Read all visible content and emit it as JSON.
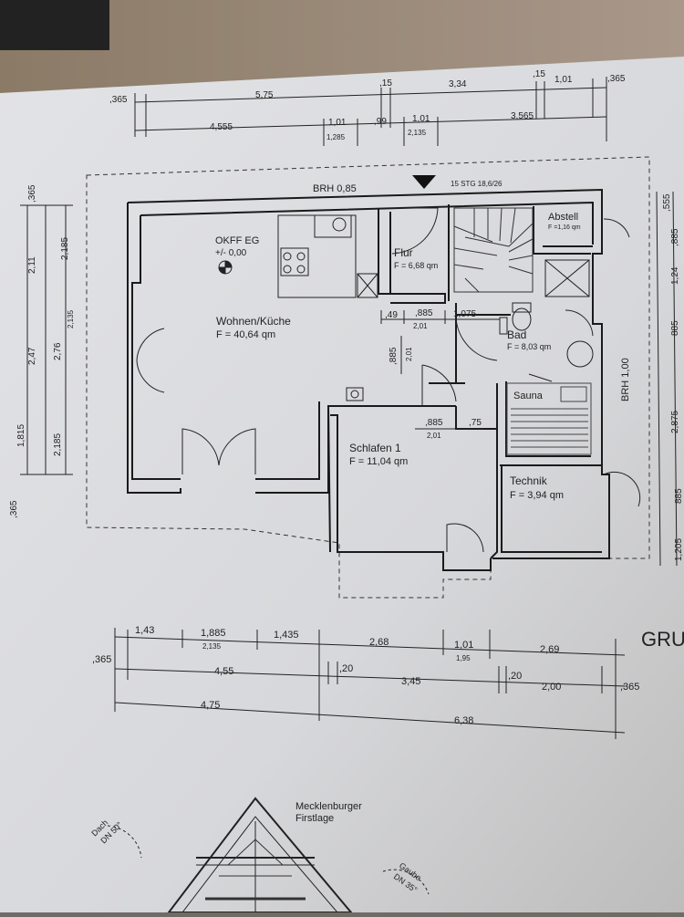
{
  "top_dims": {
    "row1": [
      ",365",
      "5,75",
      ",15",
      "3,34",
      ",15",
      "1,01",
      ",365"
    ],
    "row2": [
      "4,555",
      "1,01",
      ",99",
      "1,01",
      "3,565"
    ],
    "row2_sub": [
      "1,285",
      "2,135"
    ]
  },
  "top_labels": {
    "brh": "BRH 0,85",
    "stairs": "15 STG 18,6/26"
  },
  "rooms": {
    "wohnen": {
      "name": "Wohnen/Küche",
      "area": "F = 40,64 qm"
    },
    "okff": {
      "line1": "OKFF EG",
      "line2": "+/- 0,00"
    },
    "flur": {
      "name": "Flur",
      "area": "F = 6,68 qm"
    },
    "abstell": {
      "name": "Abstell",
      "area": "F =1,16 qm"
    },
    "bad": {
      "name": "Bad",
      "area": "F = 8,03 qm"
    },
    "sauna": {
      "name": "Sauna"
    },
    "schlafen": {
      "name": "Schlafen 1",
      "area": "F = 11,04 qm"
    },
    "technik": {
      "name": "Technik",
      "area": "F = 3,94 qm"
    }
  },
  "inner_dims": {
    "d49": ",49",
    "d885a": ",885",
    "d201a": "2,01",
    "d1075": "1,075",
    "d885v": ",885",
    "d201v": "2,01",
    "d885b": ",885",
    "d75": ",75",
    "d201b": "2,01"
  },
  "right_labels": {
    "brh": "BRH 1,00"
  },
  "left_dims": [
    ",365",
    "2,11",
    "2,185",
    "2,47",
    "2,76",
    "2,135",
    "1,815",
    "2,185",
    ",365"
  ],
  "right_dims": [
    ",555",
    ",885",
    "1,24",
    "885",
    "2,875",
    "885",
    "1,205"
  ],
  "bottom_dims": {
    "row1": [
      "1,43",
      "1,885",
      "1,435",
      "2,68",
      "1,01",
      "2,69"
    ],
    "row1_sub": [
      "2,135",
      "1,95"
    ],
    "row2": [
      ",365",
      "4,55",
      ",20",
      "3,45",
      ",20",
      "2,00",
      ",365"
    ],
    "row3": [
      "4,75",
      "6,38"
    ]
  },
  "side_title": "GRU",
  "roof": {
    "title1": "Mecklenburger",
    "title2": "Firstlage",
    "dach": "Dach",
    "dach_angle": "DN 50°",
    "gaube": "Gaube",
    "gaube_angle": "DN 35°"
  }
}
